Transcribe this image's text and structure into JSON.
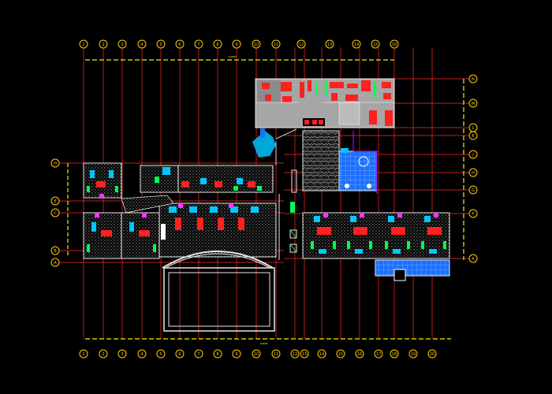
{
  "drawing": {
    "background": "#000000",
    "colors": {
      "grid_line": "#ff2a2a",
      "grid_bubble": "#ffcc00",
      "dimension": "#ffee00",
      "wall": "#e8e8e8",
      "hatch": "#9a9a9a",
      "furniture_red": "#ff2020",
      "furniture_cyan": "#00c8ff",
      "furniture_blue": "#1e6fff",
      "furniture_green": "#00ff55",
      "furniture_magenta": "#ff33ff",
      "gray_fill": "#a6a6a6",
      "purple_line": "#b000ff"
    },
    "top_axes": [
      "1",
      "2",
      "3",
      "4",
      "5",
      "6",
      "7",
      "8",
      "9",
      "10",
      "11",
      "12",
      "13",
      "14",
      "15",
      "16"
    ],
    "bottom_axes": [
      "1",
      "2",
      "3",
      "4",
      "5",
      "6",
      "7",
      "8",
      "9",
      "10",
      "11",
      "12",
      "13",
      "14",
      "15",
      "16",
      "17",
      "18",
      "19",
      "20"
    ],
    "left_axes": [
      "H",
      "E",
      "C",
      "B",
      "A"
    ],
    "right_axes": [
      "N",
      "M",
      "L",
      "K",
      "J",
      "H",
      "G",
      "F",
      "A"
    ],
    "annotations": {
      "top_dim": "64800",
      "bottom_dim": "64800"
    }
  }
}
